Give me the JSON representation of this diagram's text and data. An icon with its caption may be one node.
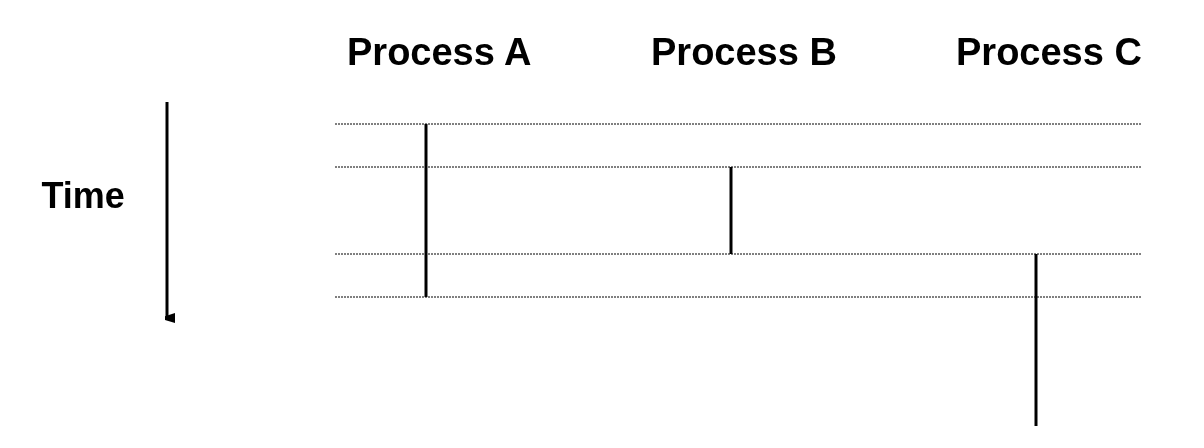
{
  "diagram": {
    "labels": [
      "Process A",
      "Process B",
      "Process C",
      "Time"
    ]
  }
}
